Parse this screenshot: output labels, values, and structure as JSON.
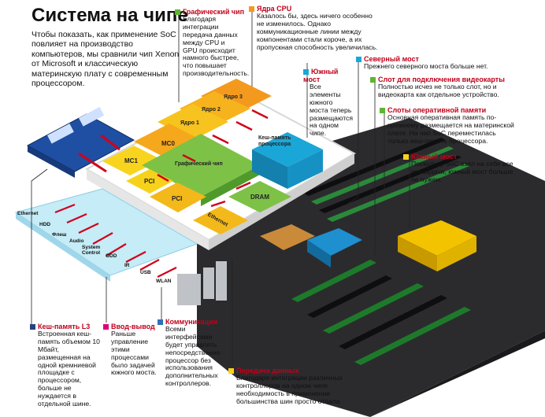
{
  "title": "Система на чипе",
  "intro": "Чтобы показать, как применение SoC повлияет на производство компьютеров, мы сравнили чип Xenon от Microsoft и классическую материнскую плату с современным процессором.",
  "colors": {
    "red": "#d0021b",
    "green": "#5db531",
    "orange": "#f39a1e",
    "yellow": "#f7d21a",
    "cyan": "#1aa7d8",
    "navy": "#24427f",
    "pink": "#e0007a",
    "blue": "#2f6fb6"
  },
  "callouts": {
    "gpu": {
      "title": "Графический чип",
      "text": "Благодаря интеграции передача данных между CPU и GPU происходит намного быстрее, что повышает производительность."
    },
    "cpu": {
      "title": "Ядра CPU",
      "text": "Казалось бы, здесь ничего особенно не изменилось. Однако коммуникационные линии между компонентами стали короче, а их пропускная способность увеличилась."
    },
    "south_inner": {
      "title": "Южный мост",
      "text": "Все элементы южного моста теперь размещаются на одном чипе."
    },
    "north": {
      "title": "Северный мост",
      "text": "Прежнего северного моста больше нет."
    },
    "video": {
      "title": "Слот для подключения видеокарты",
      "text": "Полностью исчез не только слот, но и видеокарта как отдельное устройство."
    },
    "ram": {
      "title": "Слоты оперативной памяти",
      "text": "Основная оперативная память по-прежнему размещается на материнской плате. На чип SoC переместилась только кеш-память процессора."
    },
    "south_board": {
      "title": "Южный мост",
      "text": "Поскольку SoC взял на себя все его задачи, южный мост больше не нужен."
    },
    "cache": {
      "title": "Кеш-память L3",
      "text": "Встроенная кеш-память объемом 10 Мбайт, размещенная на одной кремниевой площадке с процессором, больше не нуждается в отдельной шине."
    },
    "io": {
      "title": "Ввод-вывод",
      "text": "Раньше управление этими процессами было задачей южного моста."
    },
    "comm": {
      "title": "Коммуникации",
      "text": "Всеми интерфейсами будет управлять непосредственно процессор без использования дополнительных контроллеров."
    },
    "data": {
      "title": "Передача данных",
      "text": "Благодаря интеграции различных контроллеров на одном чипе необходимость в применении большинства шин просто отпала."
    }
  },
  "chip_labels": {
    "core3": "Ядро 3",
    "core2": "Ядро 2",
    "core1": "Ядро 1",
    "cache": "Кеш-память процессора",
    "mc0": "MC0",
    "mc1": "MC1",
    "gpu": "Графический чип",
    "pci1": "PCI",
    "pci2": "PCI",
    "dram": "DRAM",
    "ethernet": "Ethernet"
  },
  "io_labels": {
    "ethernet": "Ethernet",
    "hdd": "HDD",
    "flash": "Флеш",
    "audio": "Audio",
    "syscontrol": "System Control",
    "odd": "ODD",
    "ir": "IR",
    "usb": "USB",
    "wlan": "WLAN"
  }
}
